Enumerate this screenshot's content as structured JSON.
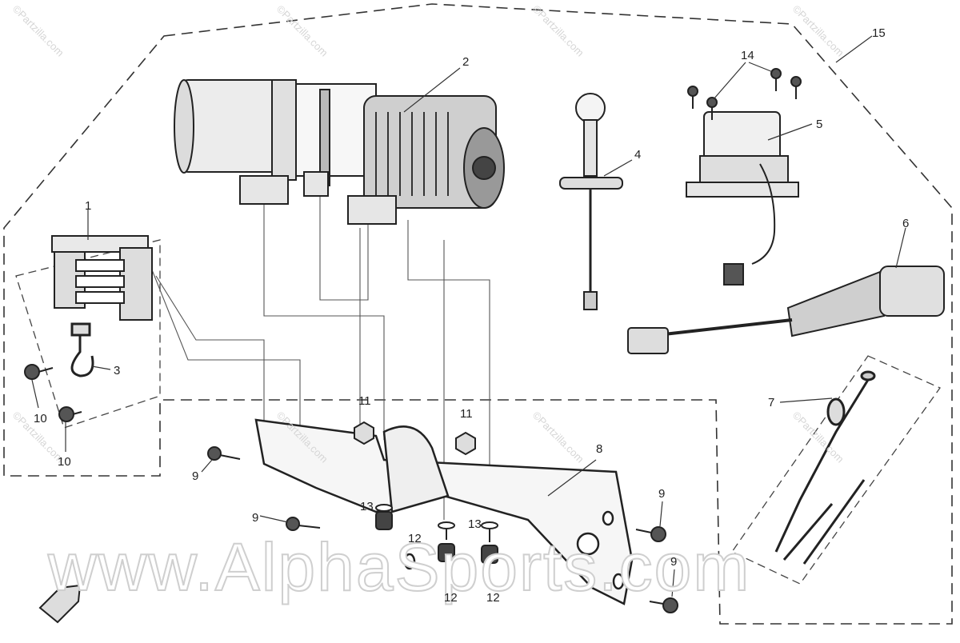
{
  "diagram": {
    "callouts": {
      "c1": "1",
      "c2": "2",
      "c3": "3",
      "c4": "4",
      "c5": "5",
      "c6": "6",
      "c7": "7",
      "c8": "8",
      "c9a": "9",
      "c9b": "9",
      "c9c": "9",
      "c9d": "9",
      "c10a": "10",
      "c10b": "10",
      "c11a": "11",
      "c11b": "11",
      "c12a": "12",
      "c12b": "12",
      "c12c": "12",
      "c13a": "13",
      "c13b": "13",
      "c14": "14",
      "c15": "15"
    },
    "watermarks": {
      "w1": "©Partzilla.com",
      "w2": "©Partzilla.com",
      "w3": "©Partzilla.com",
      "w4": "©Partzilla.com",
      "w5": "©Partzilla.com",
      "w6": "©Partzilla.com",
      "w7": "©Partzilla.com",
      "w8": "©Partzilla.com"
    },
    "site_watermark": "www.AlphaSports.com"
  }
}
